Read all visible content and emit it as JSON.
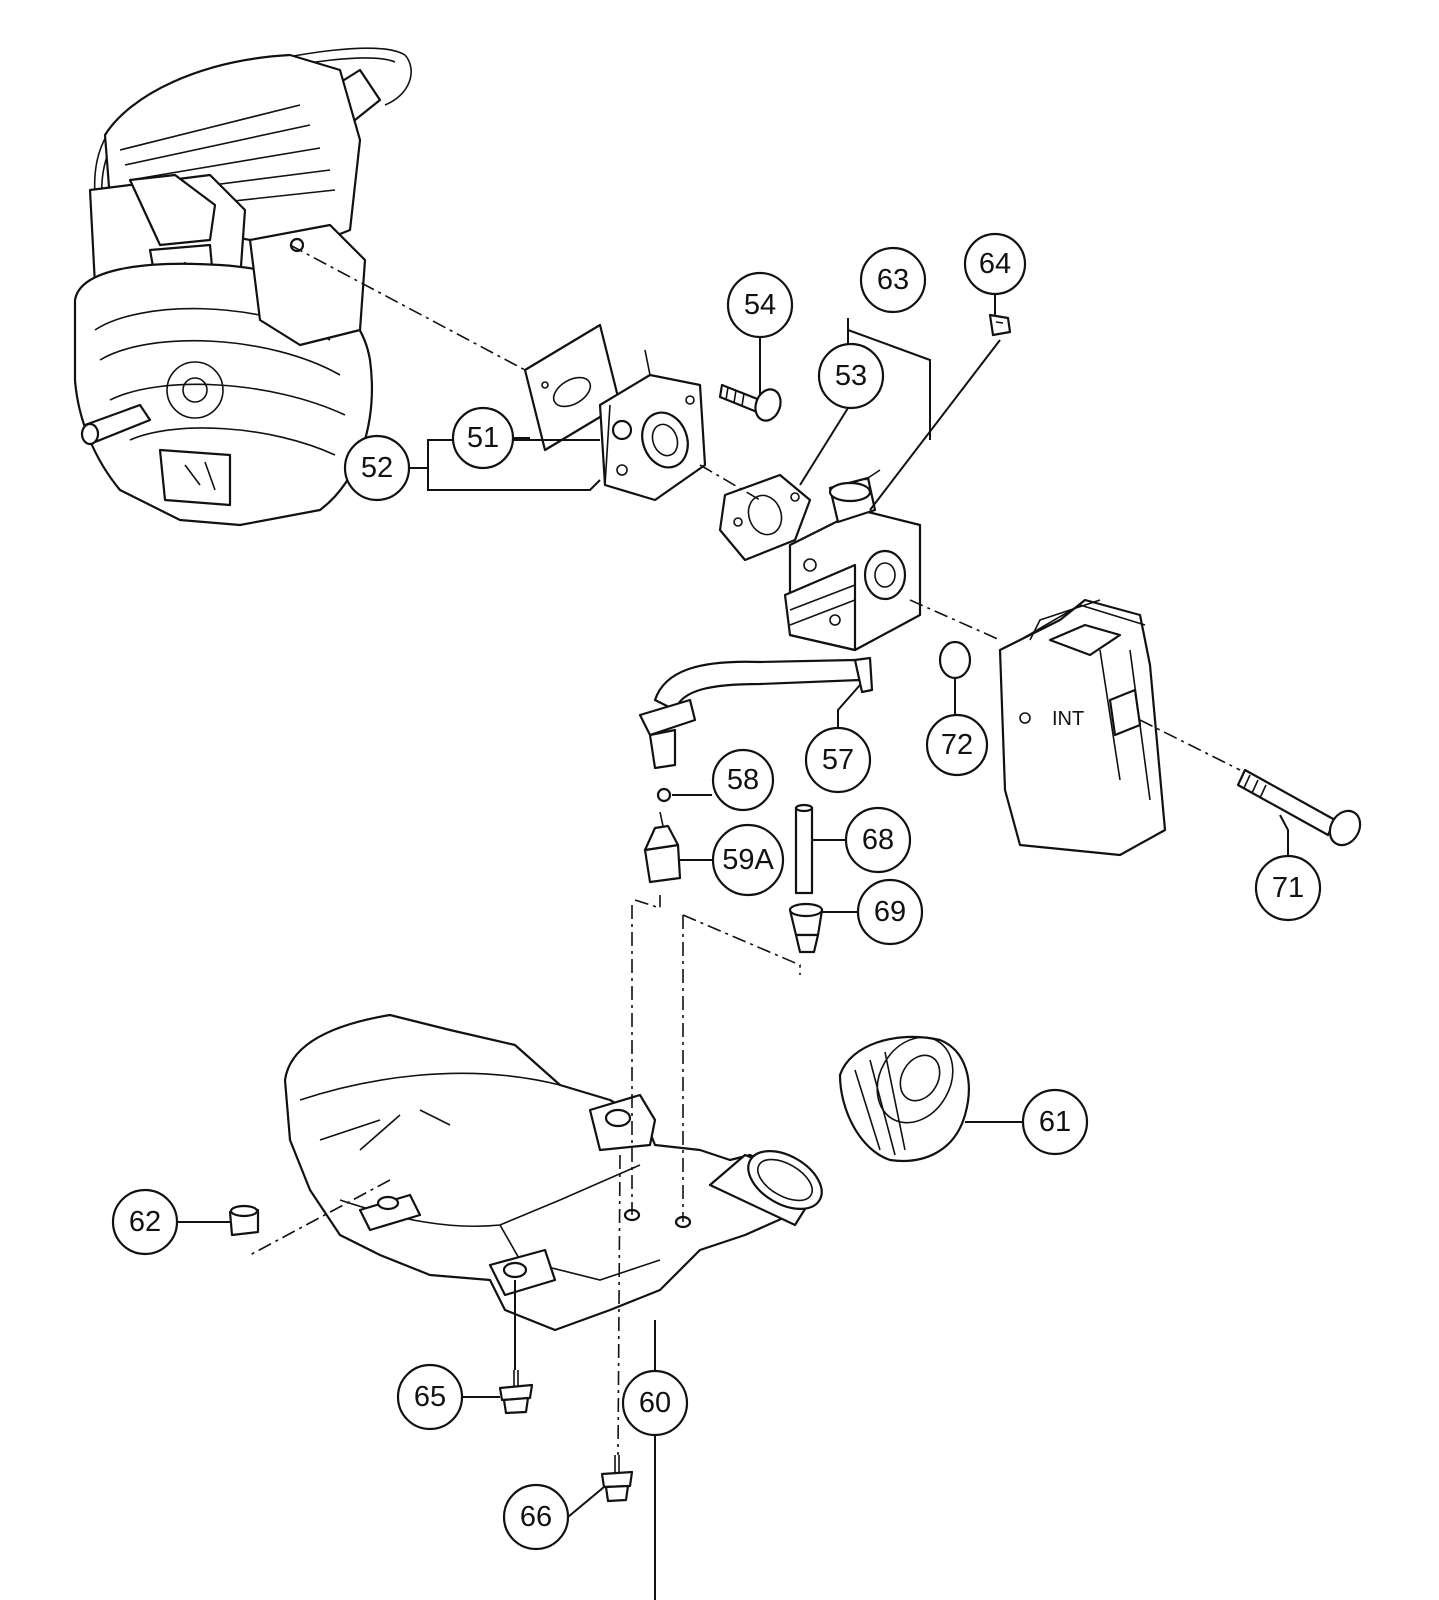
{
  "callouts": {
    "c51": "51",
    "c52": "52",
    "c53": "53",
    "c54": "54",
    "c57": "57",
    "c58": "58",
    "c59a": "59A",
    "c60": "60",
    "c61": "61",
    "c62": "62",
    "c63": "63",
    "c64": "64",
    "c65": "65",
    "c66": "66",
    "c68": "68",
    "c69": "69",
    "c71": "71",
    "c72": "72"
  },
  "markings": {
    "air_cleaner_case": "INT"
  }
}
